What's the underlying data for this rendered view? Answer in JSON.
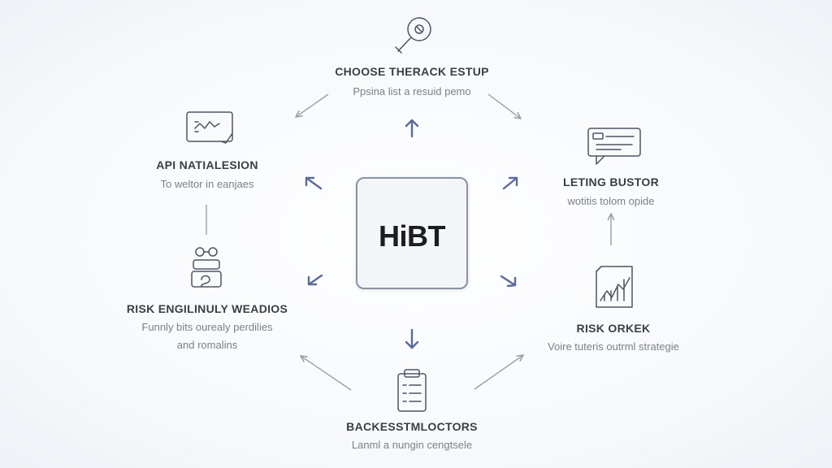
{
  "center": {
    "label": "HiBT"
  },
  "nodes": [
    {
      "id": "top",
      "title": "CHOOSE THERACK ESTUP",
      "desc": [
        "Ppsina list a resuid pemo"
      ],
      "icon": "magnifier-icon"
    },
    {
      "id": "upper-left",
      "title": "API NATIALESION",
      "desc": [
        "To weltor in eanjaes"
      ],
      "icon": "chart-card-icon"
    },
    {
      "id": "upper-right",
      "title": "LETING BUSTOR",
      "desc": [
        "wotitis tolom opide"
      ],
      "icon": "message-card-icon"
    },
    {
      "id": "lower-left",
      "title": "RISK ENGILINULY WEADIOS",
      "desc": [
        "Funnly bits ourealy perdilies",
        "and romalins"
      ],
      "icon": "robot-icon"
    },
    {
      "id": "lower-right",
      "title": "RISK ORKEK",
      "desc": [
        "Voire tuteris outrml strategie"
      ],
      "icon": "trend-chart-icon"
    },
    {
      "id": "bottom",
      "title": "BACKESSTMLOCTORS",
      "desc": [
        "Lanml a nungin cengtsele"
      ],
      "icon": "clipboard-icon"
    }
  ],
  "colors": {
    "arrow": "#5a6a99",
    "line": "#9aa0aa",
    "icon": "#4e5664",
    "title": "#3a3f46",
    "desc": "#7b8189"
  }
}
